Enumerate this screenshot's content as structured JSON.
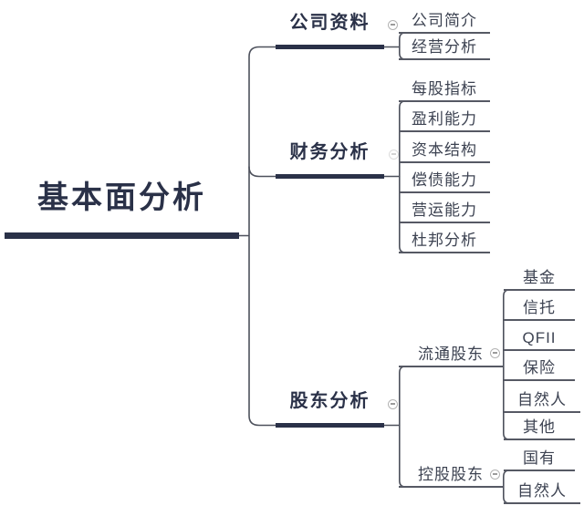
{
  "root": {
    "label": "基本面分析"
  },
  "branches": [
    {
      "label": "公司资料",
      "collapse_icon": "minus",
      "children": [
        {
          "label": "公司简介"
        },
        {
          "label": "经营分析"
        }
      ]
    },
    {
      "label": "财务分析",
      "collapse_icon": "minus",
      "children": [
        {
          "label": "每股指标"
        },
        {
          "label": "盈利能力"
        },
        {
          "label": "资本结构"
        },
        {
          "label": "偿债能力"
        },
        {
          "label": "营运能力"
        },
        {
          "label": "杜邦分析"
        }
      ]
    },
    {
      "label": "股东分析",
      "collapse_icon": "minus",
      "children": [
        {
          "label": "流通股东",
          "collapse_icon": "minus",
          "children": [
            {
              "label": "基金"
            },
            {
              "label": "信托"
            },
            {
              "label": "QFII"
            },
            {
              "label": "保险"
            },
            {
              "label": "自然人"
            },
            {
              "label": "其他"
            }
          ]
        },
        {
          "label": "控股股东",
          "collapse_icon": "minus",
          "children": [
            {
              "label": "国有"
            },
            {
              "label": "自然人"
            }
          ]
        }
      ]
    }
  ],
  "theme": {
    "primary_color": "#2a3148",
    "line_color": "#4d515c",
    "text_color": "#3d4352",
    "collapse_button_color": "#b3b3b3",
    "background_color": "#ffffff"
  }
}
